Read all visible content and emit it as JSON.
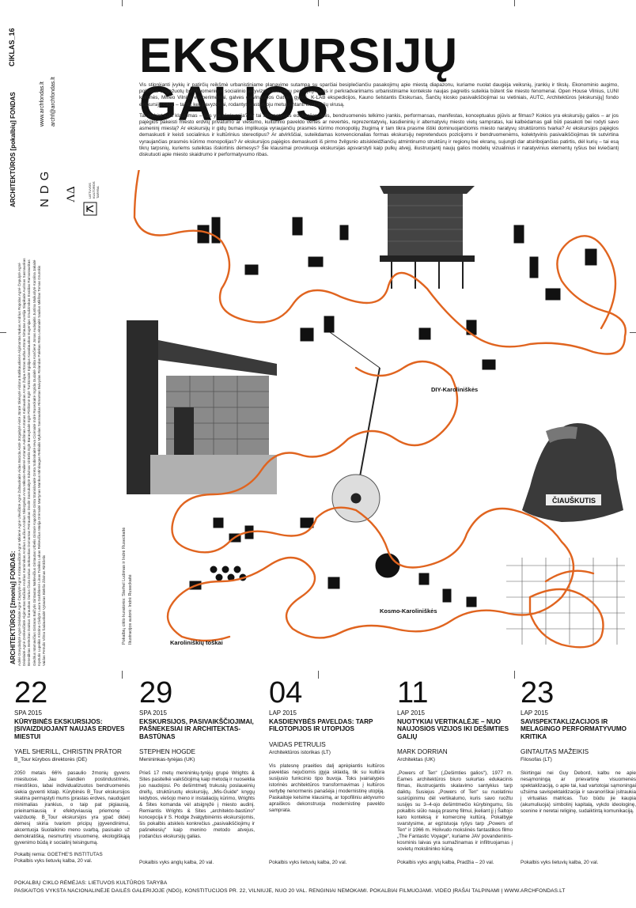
{
  "series_label": "CIKLAS_16",
  "title": "EKSKURSIJŲ GALIOS",
  "fund_name": "ARCHITEKTŪROS [pokalbių] FONDAS",
  "website": "www.archfondas.lt",
  "email": "archf@archfondas.lt",
  "people_fund_title": "ARCHITEKTŪROS [žmonių] FONDAS:",
  "names_list": "Adelė Dovydaitytė Agnė Dėdelaitė Agnė Čepulytė Agnė Kmitanavičiūtė Agnė Mikienė Agnė Ulevičiūtė Agnė Žaltauskaitė Aidas Barzda Aistė Jūrgaitytė Aistė Jūratė Skeivytė Aldona Baltikauskienė Algimantas Nakas Andrius Ropolas Agnė Čepulytė Agnė Dėdelaitė Agnė Zenkevičiūtė Algimantas Mačiulis Andrius Kaminskas Andrius Laučius Andrius Skiezgelas Anna Mikonis-Railienė Antanas Aukštinas Antanas Kalinauskas Arnas Žulpa Artūras Burba Artūras Sirtautas Aurelija Slapikaitė Aurimas Sasnauskas Benediktas Beleckas Dainius Šarauskas Darius Čiuta Darius Jankauskas Domantas Petrauskas Dovilė Damukaitytė Edvinas Vinkelis Eglė Baravykaitė Eglė Plėštienė Eglė Tunkūnaitė Egidijus Kavaliauskas Eugenijus Grudzinskas Evaldas Ramanauskas Giedrius Mamavičius Gintaras Balčytis Gintautas Natkevičius Gintautas Urbelis Gintarė Kapočiūtė Ginta Stanislovaitė Greta Sobinskaitė Ieva Cicėnaitė Indrė Ruseckaitė Ingrida Gudaitė Jolita Kančienė Jonas Audejaitis Justina Muliuolytė Karolina Jakaitė Kęstutis Lupeikis Kristina Civilytė Laura Garbštienė Linas Tuleikis Lukas Rekevičius Marija Drėmaitė Martynas Mankus Mindaugas Reklaitis Mykolas Sasnauskas Rimantas Buivydas Rolandas Palekas Rūta Leitanaitė Saulius Mikštas Tomas Grunskis Vaidas Petrulis Vilma Šadauskaitė Vytautas Biekša Žilvinas Rinkšelis",
  "map_curators": "Pokalbių ciklo kuratorės: Sterhel Ludimas ir Indrė Ruseckaitė",
  "map_illustration": "Iliustracijos autorė: Indrė Ruseckaitė",
  "intro_paragraphs": [
    "Vis stiprėjanti įvykių ir patirčių reikšmė urbanistiniame planavime sutampa su sparčiai besiplečiančiu pasakojimų apie miestą diapazonu, kuriame nuolat daugėja veiksnių, įrankių ir tikslų. Ekonominio augimo, politiškai angažuotų bendruomenių ir socialinio aktyvizmo klausimų permąstymams ir perkradvarimams urbanistiniame kontekste naujas pagreitis suteikia būtent šie miesto fenomenai. Open House Vilnius, LUNI kelionės, Mineo Vilnius eksperimentai, galves gaivinančios Gatvės gyvos, K-LAB ekspedicijos, Kauno šelstantis Ekskursas, Šančių kiosko pasivaikščiojimai su vietiniais, AUTC, Architektūros [ekskursijų] fondo ekskursijų ciklai – tai tik keli pavyzdžiai, rodantys pastaruoju metu plintanti ekskursijų virusą.",
    "Tai stebint kyla klausimas – kas yra ekskursija? Ar tai alternatyvios edukacijos dalis, bendruomenės telkimo įrankis, performansas, manifestas, konceptualus pjūvis ar filmas? Kokios yra ekskursijų galios – ar jos pajėgios pakeisti miesto erdvių privatumo ar viešumo, kultūrinio paveldo vertės ar nevertės, reprezentatyvių, kasdieninių ir alternatyvių miesto vietų sampratas, kai kalbėdamas gali būti pasakoti bei rodyti savo asmeninį miestą? Ar ekskursijų ir gidų bumas implikuoja vyraujančių prasmės kūrimo monopolijų žlugimą ir tam tikra prasme ištiki dominuojančiomis miesto naratyvų struktūromis tvarka? Ar ekskursijos pajėgios demaskuoti ir keisti socialinius ir kultūrinius stereotipus? Ar atvirkščiai, suteikdamas konvencionalias formas ekskursijų nepretenduos pozicijoms ir bendruomenėms, kolektyvinis pasivaikščiojimas tik sutvirtina vyraujančias prasmės kūrimo monopolijas? Ar ekskursijos pajėgios demaskuoti iš pirmo žvilgsnio atsiskleidžiančių atmintinumo struktūrų ir regionų bei ekranų, sujungti dar atsiribojančias patirtis, dėl kurių – tai esą tikrų tarpsnių, kuriems suteiktas išskirtinis dėmesys? Šie klausimai provokuoja ekskursijas apsvarstyti kaip pulkų atvejį, iliustruojantį naujų galios modelių vizualinius ir naratyvinius elementų ryšius bei kviečiantį diskutuoti apie miesto skaidrumo ir performatyvumo ribas."
  ],
  "map_labels": [
    {
      "id": "diy",
      "text": "DIY-Karoliniškės"
    },
    {
      "id": "kosmo",
      "text": "Kosmo-Karoliniškės"
    },
    {
      "id": "tos",
      "text": "Karoliniškių toškai"
    },
    {
      "id": "ciauskutis",
      "text": "ČIAUŠKUTIS"
    }
  ],
  "events": [
    {
      "day": "22",
      "month": "SPA 2015",
      "title": "KŪRYBINĖS EKSKURSIJOS: ĮSIVAIZDUOJANT NAUJAS ERDVES MIESTUI",
      "speaker": "YAEL SHERILL, CHRISTIN PRÄTOR",
      "role": "B_Tour kūrybos direktorės (DE)",
      "description": "2050 metais 66% pasaulio žmonių gyvens miestuose. Jau šiandien postindustrinės, miestiškos, labai individualizuotos bendruomenės siekia gyventi kitaip. Kūrybinės B_Tour ekskursijos skatina permąstyti mums įprastas erdves, naudojant minimalias įrankius, o taip pat pigiausią, prieinamiausią ir efektyviausią priemonę – vaizduotę. B_Tour ekskursijos yra ypač didelį dėmesį skiria tvariom pricipų įgyvendinimui, akcentuoja šiuolaikinio meno svarbą, pasisako už demokratišką, nesmurtinį visuomenę, ekologiškąją gyvenimo būdą ir socialinį teisingumą.",
      "note": "Pokalbį remia: GOETHE'S INSTITUTAS\nPokalbis vyks lietuvių kalba, 20 val."
    },
    {
      "day": "29",
      "month": "SPA 2015",
      "title": "EKSKURSIJOS, PASIVAIKŠČIOJIMAI, PAŠNEKESIAI IR ARCHITEKTAS-BASTŪNAS",
      "speaker": "STEPHEN HOGDE",
      "role": "Menininkas-tyrėjas (UK)",
      "description": "Prieš 17 metų menininkų-tyrėjų grupė Wrights & Sites pasitelkė vaikščiojimą kaip metodą ir nuoseklia juo naudojosi. Po dešimtmetį trukusių poslaueinių dreifų, struktūruotų ekskursijų, „Mis-Guide“ knygų leidybos, viešojo meno ir instaliacijų kūrimo, Wrights & Sites komanda vėl atsigręžė į miesto audinį. Remiantis Wrights & Sites „architekto-bastūno“ koncepcija ir S. Hodge žvalgybinėmis ekskursijomis, šis pokalbis atskleis konkrečius „pasivaikščiojimų ir pašnekesių“ kaip menino metodo atvejus, įrodančius ekskursijų galias.",
      "note": "Pokalbis vyks anglų kalba, 20 val."
    },
    {
      "day": "04",
      "month": "LAP 2015",
      "title": "KASDIENYBĖS PAVELDAS: TARP FILOTOPIJOS IR UTOPIJOS",
      "speaker": "VAIDAS PETRULIS",
      "role": "Architektūros istorikas (LT)",
      "description": "Vis platesnę praeities dalį aprėpiantis kultūros paveldas nejučiomis įgyja sklaidą, tik su kultūra susijusio funkcinio tipo buvoja. Toks įvairialypės istorinės architektūros transformavimas į kultūros vertybę nenormenis panašėja į modernistinę utopiją. Paskaitoje kelsime klausimą, ar topofiliniu aktyvumo apraiškos dekonstruoja modernistinę paveldo samprata.",
      "note": "Pokalbis vyks lietuvių kalba, 20 val."
    },
    {
      "day": "11",
      "month": "LAP 2015",
      "title": "NUOTYKIAI VERTIKALĖJE – NUO NAUJOSIOS VIZIJOS IKI DEŠIMTIES GALIŲ",
      "speaker": "MARK DORRIAN",
      "role": "Architektas (UK)",
      "description": "„Powers of Ten“ („Dešimties galios“), 1977 m. Eames architektūros biuro sukurtas edukacinis filmas, iliustruojantis skalavimo santykius tarp daiktų. Susiejus „Powers of Ten“ su nuolatiniu susirūpinimu dėl vertikalumo, kuris savo ruožtu susijęs su 3–4-ojo dešimtmečio kūrybingumu, šis pokalbis siūlo naują prasmę filmui, įkeliant jį į Šaltojo karo konteksą ir komercinę kultūrą. Pokalbyje svarstysime, ar egzistuoja ryšys tarp „Powers of Ten“ ir 1966 m. Holivudo mokslinės fantastikos filmo „The Fantastic Voyage“, kuriame JAV povandeninis-kosminis laivas yra sumažinamas ir infiltruojamas į sovietų mokslininko kūną.",
      "note": "Pokalbis vyks anglų kalba, Pradžia – 20 val."
    },
    {
      "day": "23",
      "month": "LAP 2015",
      "title": "SAVISPEKTAKLIZACIJOS IR MELAGINGO PERFORMATYVUMO KRITIKA",
      "speaker": "GINTAUTAS MAŽEIKIS",
      "role": "Filosofas (LT)",
      "description": "Skirtingai nei Guy Debord, kalbu ne apie nesąmoningą ar prievartinę visuomenės spektaklizaciją, o apie tai, kad vartotojai sąmoningai užsiima savispektaklizacija ir savanoriškai įsitraukia į virtualias matricas. Tuo būdu jie kaupia (akumuliuoja) simbolinį kapitalą, vykdo ideologinę, scenine ir neretai religinę, sudaiktintą komunikaciją.",
      "note": "Pokalbis vyks lietuvių kalba, 20 val."
    }
  ],
  "footer_line1": "POKALBIŲ CIKLO RĖMĖJAS: LIETUVOS KULTŪROS TARYBA",
  "footer_line2": "PASKAITOS VYKSTA NACIONALINĖJE DAILĖS GALERIJOJE (NDG), KONSTITUCIJOS PR. 22, VILNIUJE, NUO 20 VAL. RENGINIAI NEMOKAMI. POKALBIAI FILMUOJAMI. VIDEO ĮRAŠAI TALPINAMI Į WWW.ARCHFONDAS.LT",
  "logos": {
    "ndg": "NDG",
    "aa": "AA",
    "ltk": "LIETUVOS KULTŪROS TARYBA"
  },
  "colors": {
    "route": "#e0641f",
    "ink": "#111111",
    "photo": "#555555"
  }
}
